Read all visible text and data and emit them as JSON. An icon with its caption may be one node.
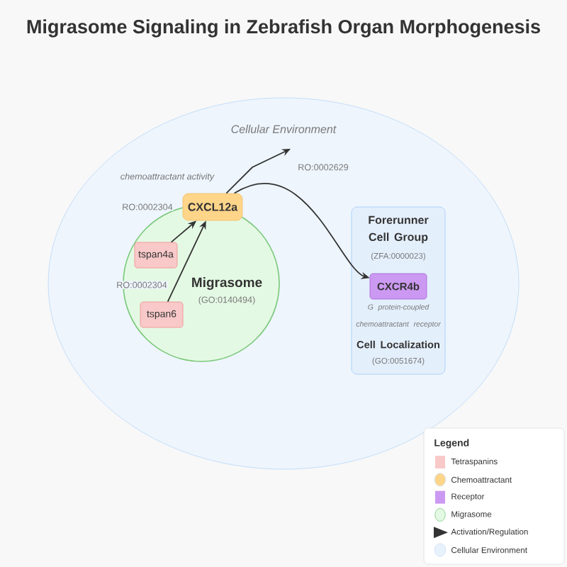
{
  "diagram": {
    "title": "Migrasome Signaling in Zebrafish Organ Morphogenesis",
    "nodes": [
      {
        "text": [
          "Cellular Environment"
        ]
      },
      {
        "text": [
          "Migrasome",
          "(GO:0140494)"
        ],
        "in": 0
      },
      {
        "text": [
          "tspan4a"
        ],
        "in": 1
      },
      {
        "text": [
          "tspan6"
        ],
        "in": 1
      },
      {
        "text": [
          "CXCL12a"
        ],
        "in": 0
      },
      {
        "text": [
          "Forerunner Cell Group",
          "(ZFA:0000023)",
          "Cell Localization",
          "(GO:0051674)"
        ],
        "in": 0
      },
      {
        "text": [
          "CXCR4b"
        ],
        "in": 5,
        "beside": [
          "G protein-coupled chemoattractant receptor"
        ]
      }
    ],
    "edges": [
      {
        "from": 2,
        "to": 4,
        "arrow": "to",
        "label": "RO:0002304"
      },
      {
        "from": 3,
        "to": 4,
        "arrow": "to",
        "label": "RO:0002304"
      },
      {
        "from": 4,
        "to": 6,
        "arrow": "to",
        "label": "RO:0002629"
      },
      {
        "from": 4,
        "to": null,
        "arrow": "to",
        "label": "chemoattractant activity"
      }
    ],
    "labels": [
      "Legend"
    ],
    "legend": [
      {
        "text": "Tetraspanins",
        "color": "#f9c9c9"
      },
      {
        "text": "Chemoattractant",
        "color": "#ffd58a"
      },
      {
        "text": "Receptor",
        "color": "#cc99f2"
      },
      {
        "text": "Migrasome",
        "color": "#e4f9e4"
      },
      {
        "text": "Activation/Regulation"
      },
      {
        "text": "Cellular Environment",
        "color": "#e8f2fc"
      }
    ]
  }
}
